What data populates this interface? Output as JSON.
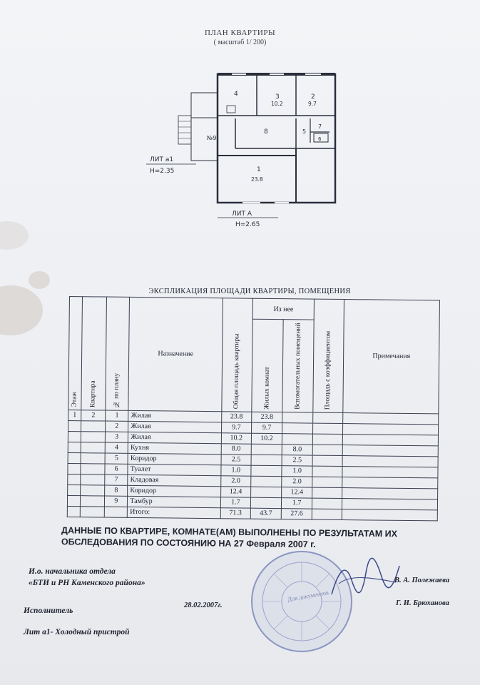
{
  "plan": {
    "title": "ПЛАН КВАРТИРЫ",
    "scale": "( масштаб 1/ 200)",
    "labels": {
      "room4": "4",
      "room3": "3",
      "room3_area": "10.2",
      "room2": "2",
      "room2_area": "9.7",
      "room8": "8",
      "room5": "5",
      "room7": "7",
      "room6": "6",
      "room9": "№9",
      "room1": "1",
      "room1_area": "23.8",
      "lit_a1": "ЛИТ а1",
      "lit_a1_height": "Н=2.35",
      "lit_a": "ЛИТ А",
      "lit_a_height": "Н=2.65"
    }
  },
  "explication": {
    "title": "ЭКСПЛИКАЦИЯ ПЛОЩАДИ КВАРТИРЫ, ПОМЕЩЕНИЯ",
    "headers": {
      "floor": "Этаж",
      "apartment": "Квартира",
      "plan_no": "№ по плану",
      "purpose": "Назначение",
      "total_area": "Общая площадь квартиры",
      "of_which": "Из нее",
      "living": "Жилых комнат",
      "auxiliary": "Вспомогательных помещений",
      "coef_area": "Площадь с коэффициентом",
      "notes": "Примечания"
    },
    "first": {
      "floor": "1",
      "apartment": "2"
    },
    "rows": [
      {
        "no": "1",
        "name": "Жилая",
        "total": "23.8",
        "living": "23.8",
        "aux": ""
      },
      {
        "no": "2",
        "name": "Жилая",
        "total": "9.7",
        "living": "9.7",
        "aux": ""
      },
      {
        "no": "3",
        "name": "Жилая",
        "total": "10.2",
        "living": "10.2",
        "aux": ""
      },
      {
        "no": "4",
        "name": "Кухня",
        "total": "8.0",
        "living": "",
        "aux": "8.0"
      },
      {
        "no": "5",
        "name": "Коридор",
        "total": "2.5",
        "living": "",
        "aux": "2.5"
      },
      {
        "no": "6",
        "name": "Туалет",
        "total": "1.0",
        "living": "",
        "aux": "1.0"
      },
      {
        "no": "7",
        "name": "Кладовая",
        "total": "2.0",
        "living": "",
        "aux": "2.0"
      },
      {
        "no": "8",
        "name": "Коридор",
        "total": "12.4",
        "living": "",
        "aux": "12.4"
      },
      {
        "no": "9",
        "name": "Тамбур",
        "total": "1.7",
        "living": "",
        "aux": "1.7"
      }
    ],
    "total": {
      "label": "Итого:",
      "total": "71.3",
      "living": "43.7",
      "aux": "27.6"
    }
  },
  "note": {
    "line1": "ДАННЫЕ ПО КВАРТИРЕ, КОМНАТЕ(АМ) ВЫПОЛНЕНЫ ПО РЕЗУЛЬТАТАМ ИХ",
    "line2": "ОБСЛЕДОВАНИЯ ПО СОСТОЯНИЮ НА 27 Февраля 2007 г."
  },
  "signatures": {
    "position1": "И.о. начальника отдела",
    "position2": "«БТИ и РН Каменского района»",
    "name1": "В. А. Полежаева",
    "executor": "Исполнитель",
    "date": "28.02.2007г.",
    "name2": "Г. И. Брюханова",
    "footnote": "Лит а1- Холодный пристрой",
    "stamp_text": "Для документов"
  }
}
